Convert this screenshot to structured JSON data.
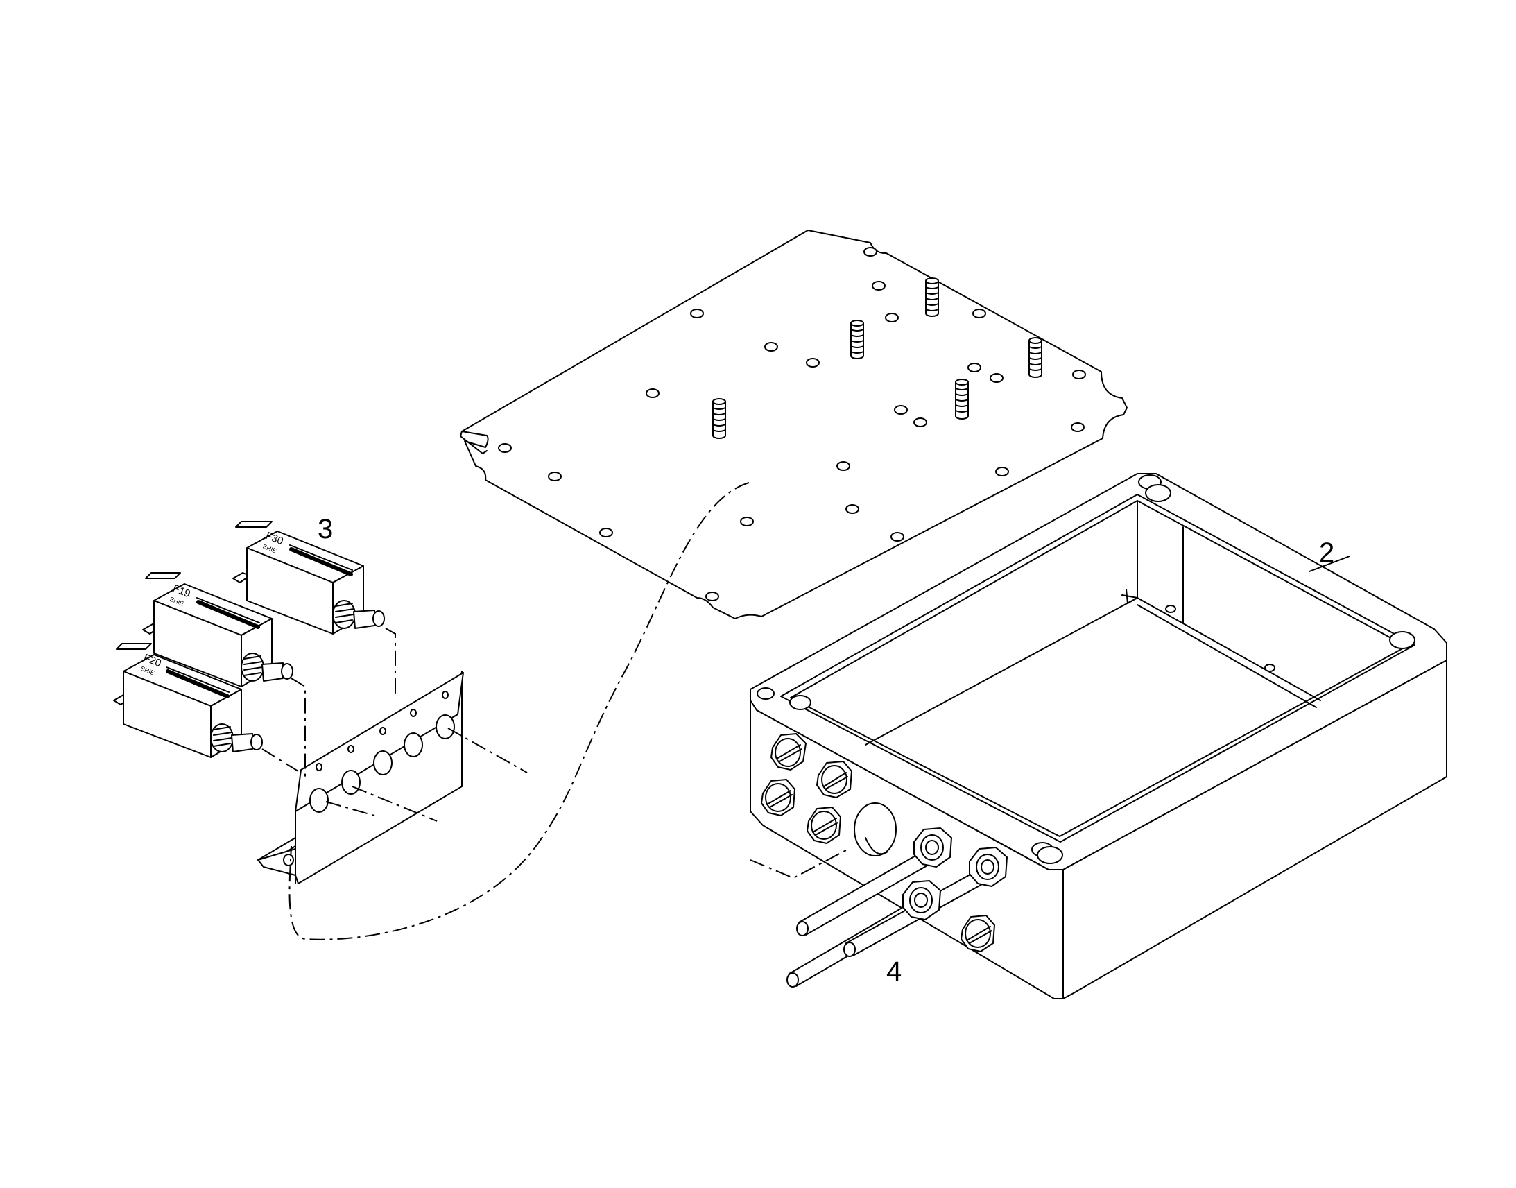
{
  "diagram": {
    "callouts": [
      {
        "id": "2",
        "label": "2"
      },
      {
        "id": "3",
        "label": "3"
      },
      {
        "id": "4",
        "label": "4"
      }
    ],
    "relays": [
      {
        "code": "F30",
        "sub": "SHIE"
      },
      {
        "code": "F19",
        "sub": "SHIE"
      },
      {
        "code": "F20",
        "sub": "SHIE"
      }
    ]
  }
}
